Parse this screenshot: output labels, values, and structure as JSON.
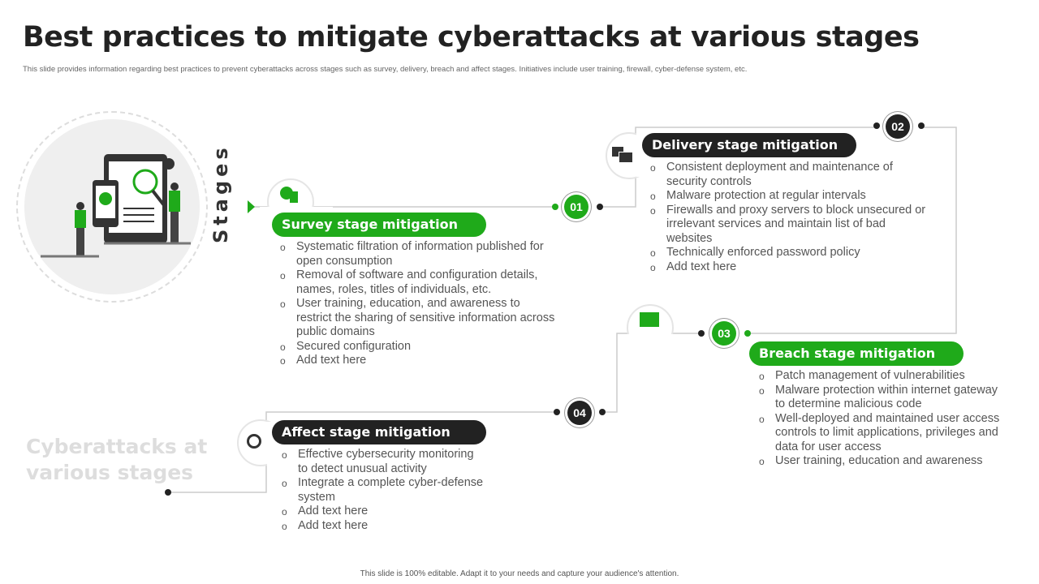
{
  "title": "Best practices to mitigate cyberattacks at various stages",
  "subtitle": "This slide provides information regarding best practices to prevent cyberattacks across stages such as survey, delivery, breach and affect stages. Initiatives include user training, firewall, cyber-defense system, etc.",
  "stages_label": "Stages",
  "side_label": "Cyberattacks at various stages",
  "footer": "This slide is 100% editable. Adapt it to your needs and capture your audience's attention.",
  "colors": {
    "accent": "#1faa1a",
    "dark": "#222222"
  },
  "stages": [
    {
      "number": "01",
      "title": "Survey stage mitigation",
      "icon": "team-clipboard-icon",
      "items": [
        "Systematic filtration of information published for open consumption",
        "Removal of software and configuration details, names, roles, titles of individuals, etc.",
        "User training, education, and awareness to restrict the sharing of sensitive information across public domains",
        "Secured configuration",
        "Add text here"
      ]
    },
    {
      "number": "02",
      "title": "Delivery stage mitigation",
      "icon": "server-monitor-icon",
      "items": [
        "Consistent deployment and maintenance of security controls",
        "Malware protection at regular intervals",
        "Firewalls and proxy servers to block unsecured or irrelevant services and maintain list of bad websites",
        "Technically enforced password policy",
        "Add text here"
      ]
    },
    {
      "number": "03",
      "title": "Breach stage mitigation",
      "icon": "browser-shield-icon",
      "items": [
        "Patch management of vulnerabilities",
        "Malware protection within internet gateway to determine malicious code",
        "Well-deployed and maintained user access controls to limit applications, privileges and data for user access",
        "User training, education and awareness"
      ]
    },
    {
      "number": "04",
      "title": "Affect stage mitigation",
      "icon": "chip-fingerprint-icon",
      "items": [
        "Effective cybersecurity monitoring to detect unusual activity",
        "Integrate a complete cyber-defense system",
        "Add text here",
        "Add text here"
      ]
    }
  ]
}
